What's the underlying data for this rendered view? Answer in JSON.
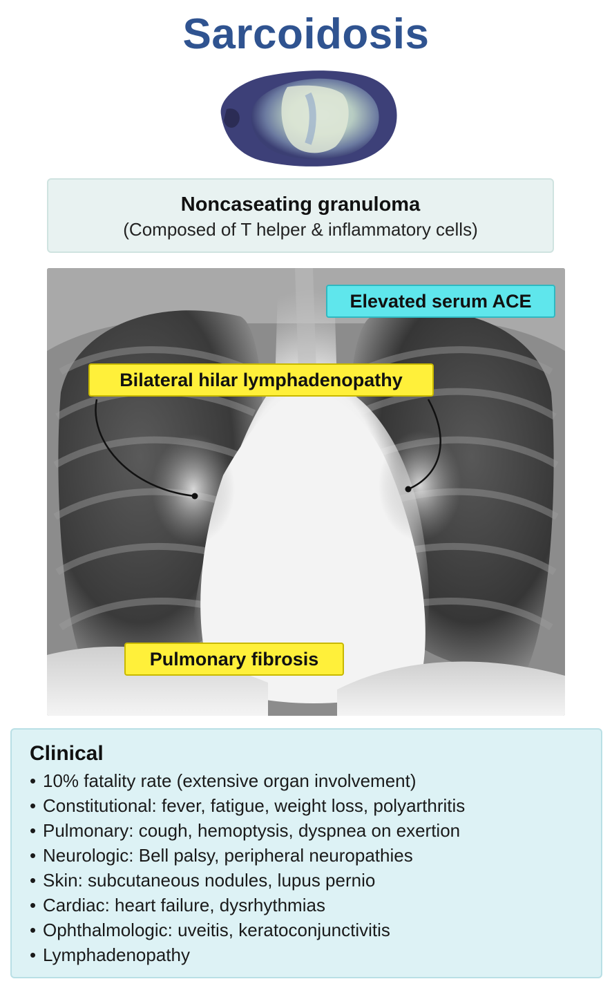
{
  "title": "Sarcoidosis",
  "granuloma": {
    "title": "Noncaseating granuloma",
    "subtitle": "(Composed of T helper & inflammatory cells)"
  },
  "xray_labels": {
    "ace": "Elevated serum ACE",
    "hilar": "Bilateral hilar lymphadenopathy",
    "fibrosis": "Pulmonary fibrosis"
  },
  "clinical": {
    "title": "Clinical",
    "bullet": "•",
    "items": [
      "10% fatality rate (extensive organ involvement)",
      "Constitutional: fever, fatigue, weight loss, polyarthritis",
      "Pulmonary: cough, hemoptysis, dyspnea on exertion",
      "Neurologic: Bell palsy, peripheral neuropathies",
      "Skin: subcutaneous nodules, lupus pernio",
      "Cardiac: heart failure, dysrhythmias",
      "Ophthalmologic: uveitis, keratoconjunctivitis",
      "Lymphadenopathy"
    ]
  },
  "colors": {
    "title": "#2f5390",
    "yellow_label": "#fff03a",
    "cyan_label": "#5fe6ec",
    "granuloma_box": "#e8f2f1",
    "clinical_box": "#ddf2f5"
  }
}
